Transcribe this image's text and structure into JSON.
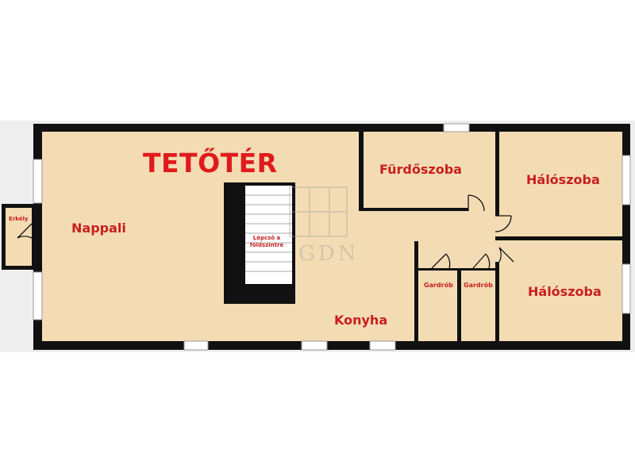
{
  "title": "TETŐTÉR",
  "rooms": {
    "nappali": "Nappali",
    "konyha": "Konyha",
    "furdoszoba": "Fürdőszoba",
    "haloszoba_1": "Hálószoba",
    "haloszoba_2": "Hálószoba",
    "gardrob_1": "Gardrób",
    "gardrob_2": "Gardrób",
    "erkely": "Erkély"
  },
  "stair_label": "Lépcső a földszintre",
  "watermark": "GDN",
  "colors": {
    "floor": "#f3dcb4",
    "wall": "#111111",
    "label": "#c81e1e",
    "title": "#e01b1b",
    "background": "#ffffff",
    "outer_band": "#eeeeee"
  }
}
